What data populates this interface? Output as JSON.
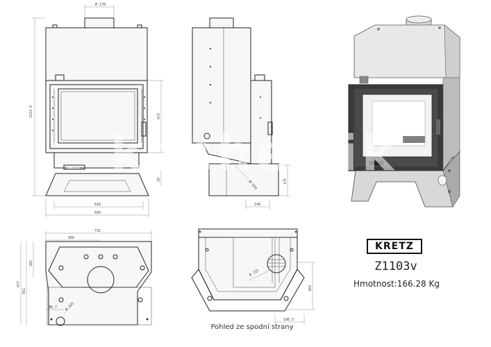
{
  "brand": "KRETZ",
  "model": "Z1103v",
  "weight": "Hmotnost:166.28 Kg",
  "caption": "Pohled ze spodní strany",
  "watermark": "kacheltik",
  "front_view": {
    "dims": {
      "flue": "Ø 178",
      "height_total": "1233.8",
      "door_h": "472",
      "base_h": "29",
      "width_inner": "618",
      "width_outer": "699"
    }
  },
  "side_view": {
    "dims": {
      "inlet": "Ø 125",
      "h1": "176",
      "depth": "148"
    }
  },
  "top_view": {
    "dims": {
      "width": "732",
      "offset": "366",
      "d1": "201",
      "d2": "477",
      "d3": "561",
      "pipe_off": "96.7",
      "pipe_d": "Ø 125"
    }
  },
  "bottom_view": {
    "dims": {
      "inlet_d": "Ø 125",
      "d1": "369",
      "d2": "186.5"
    }
  },
  "colors": {
    "line": "#222222",
    "panel": "#f7f7f7",
    "render_dark": "#3a3a3a",
    "render_light": "#e6e6e6"
  }
}
